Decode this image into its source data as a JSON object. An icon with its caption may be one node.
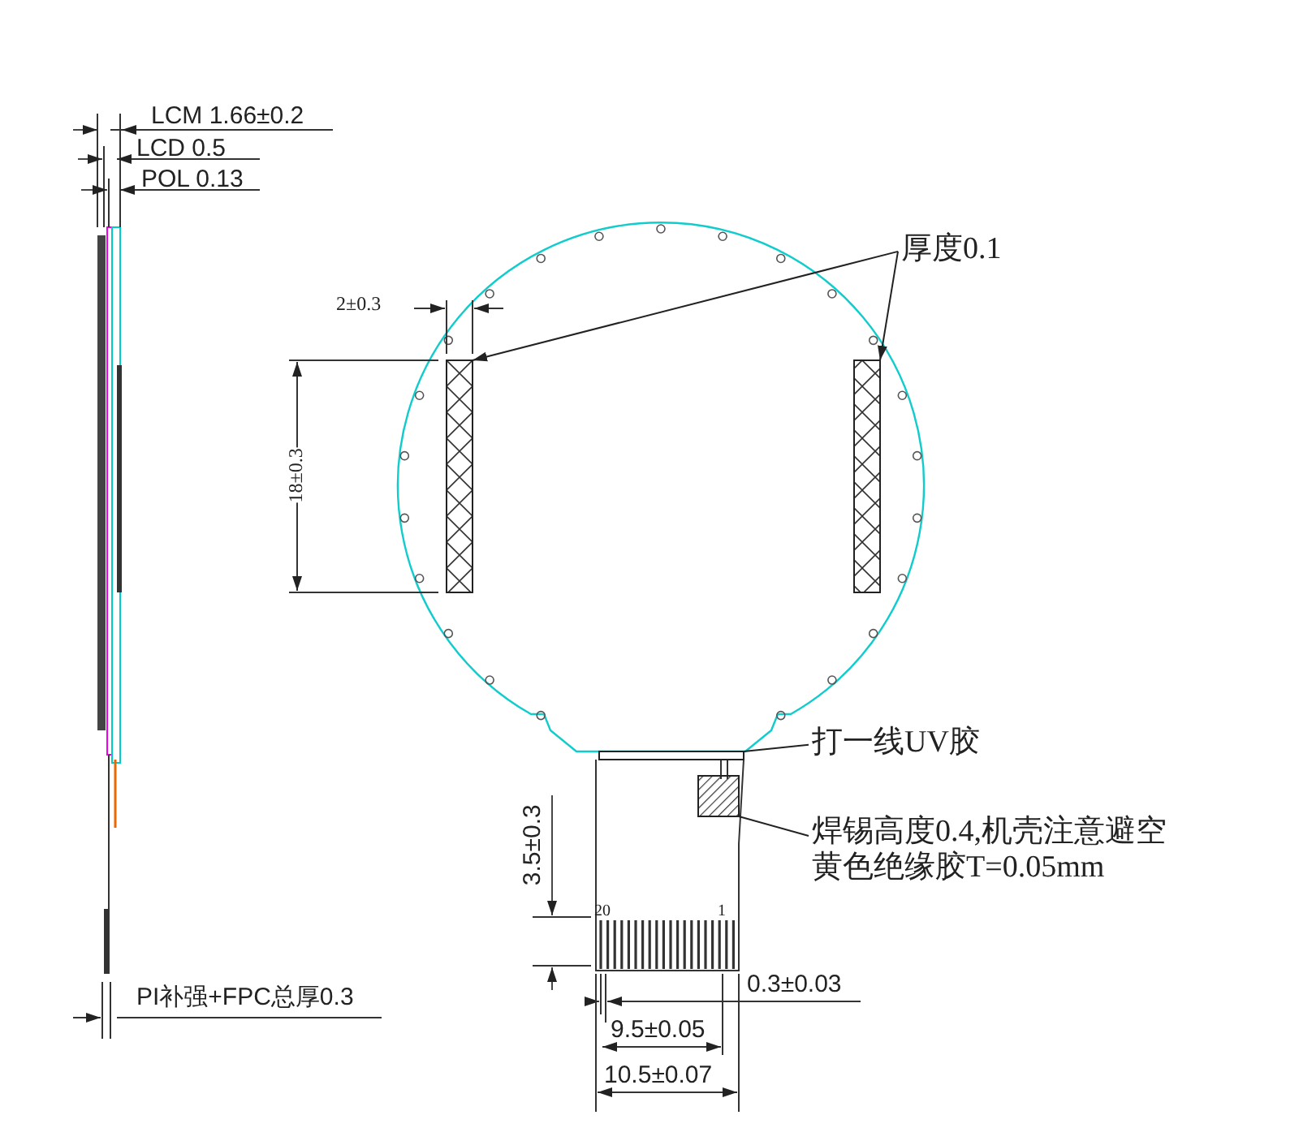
{
  "diagram": {
    "nodes": [
      {
        "text": [
          "厚度0.1"
        ]
      },
      {
        "text": [],
        "shape": "bar"
      },
      {
        "text": [],
        "shape": "bar"
      },
      {
        "text": [
          "打一线UV胶"
        ]
      },
      {
        "text": [],
        "shape": "bar"
      },
      {
        "text": [
          "焊锡高度0.4,机壳注意避空",
          "黄色绝缘胶T=0.05mm"
        ]
      },
      {
        "text": [],
        "shape": "box"
      }
    ],
    "edges": [
      {
        "from": 0,
        "to": 1,
        "arrow": "to"
      },
      {
        "from": 0,
        "to": 2,
        "arrow": "to"
      },
      {
        "from": 3,
        "to": 4,
        "arrow": "none"
      },
      {
        "from": 5,
        "to": 6,
        "arrow": "none"
      }
    ],
    "labels": [
      "LCM 1.66±0.2",
      "LCD 0.5",
      "POL 0.13",
      "2±0.3",
      "18±0.3",
      "3.5±0.3",
      "20",
      "1",
      "0.3±0.03",
      "9.5±0.05",
      "10.5±0.07",
      "PI补强+FPC总厚0.3"
    ]
  }
}
